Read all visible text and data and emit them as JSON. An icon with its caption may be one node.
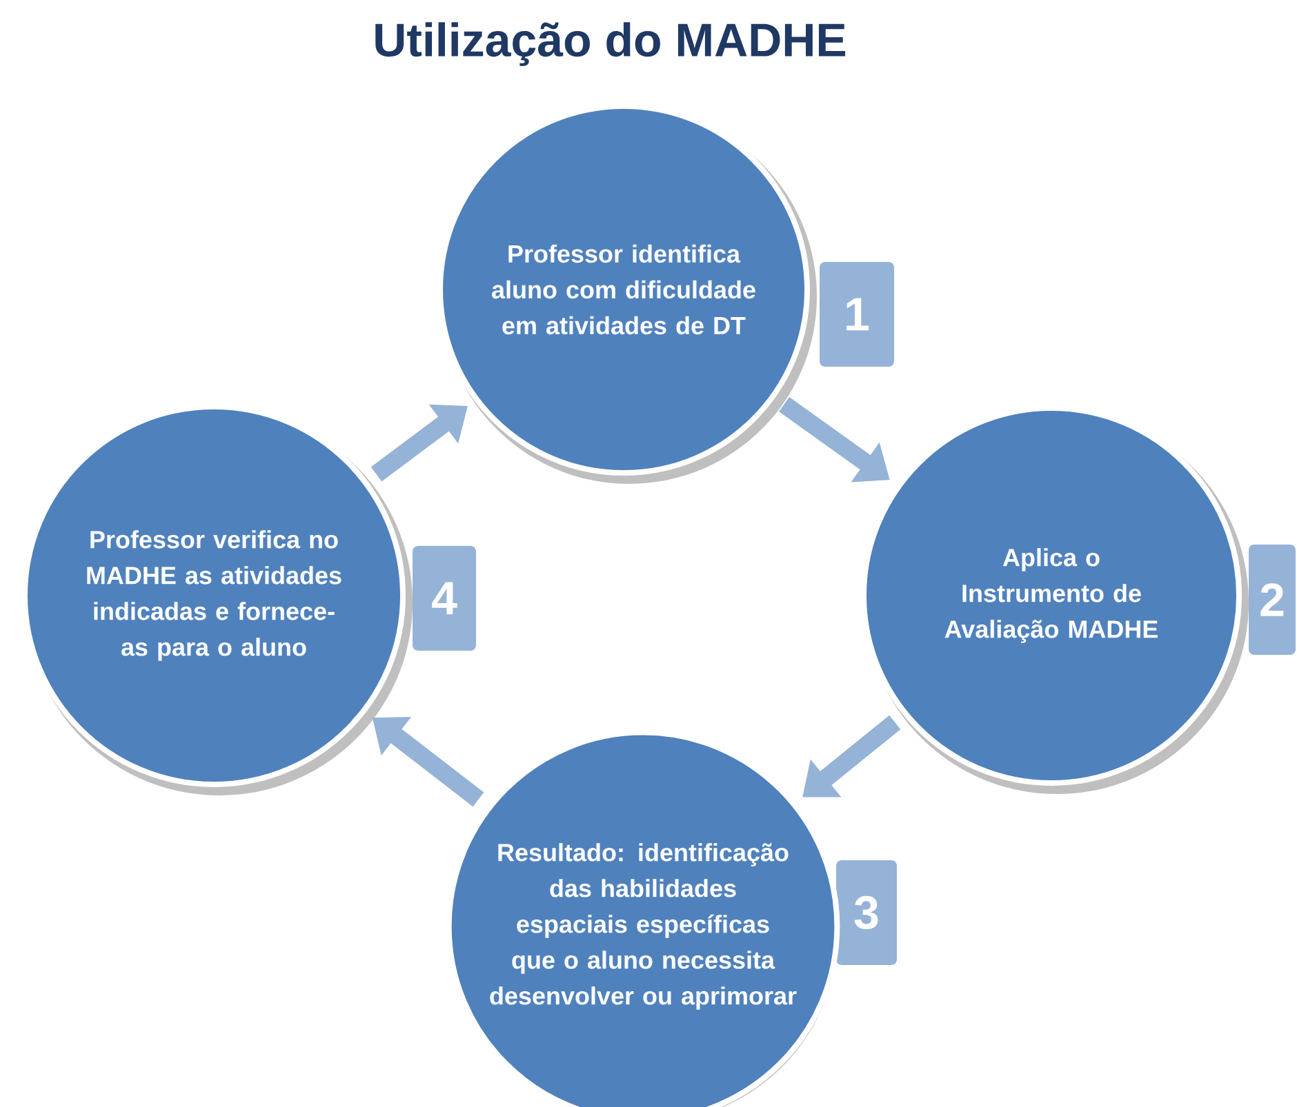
{
  "diagram": {
    "title": "Utilização do MADHE",
    "nodes": [
      {
        "text": [
          "Professor identifica aluno com dificuldade em atividades de DT"
        ]
      },
      {
        "text": [
          "1"
        ]
      },
      {
        "text": [
          "Aplica o Instrumento de Avaliação MADHE"
        ]
      },
      {
        "text": [
          "2"
        ]
      },
      {
        "text": [
          "Resultado: identificação das habilidades espaciais específicas que o aluno necessita desenvolver ou aprimorar"
        ]
      },
      {
        "text": [
          "3"
        ]
      },
      {
        "text": [
          "Professor verifica no MADHE as atividades indicadas e fornece-as para o aluno"
        ]
      },
      {
        "text": [
          "4"
        ]
      }
    ],
    "edges": [
      {
        "from": 0,
        "to": 2,
        "arrow": "to"
      },
      {
        "from": 2,
        "to": 4,
        "arrow": "to"
      },
      {
        "from": 4,
        "to": 6,
        "arrow": "to"
      },
      {
        "from": 6,
        "to": 0,
        "arrow": "to"
      }
    ]
  }
}
